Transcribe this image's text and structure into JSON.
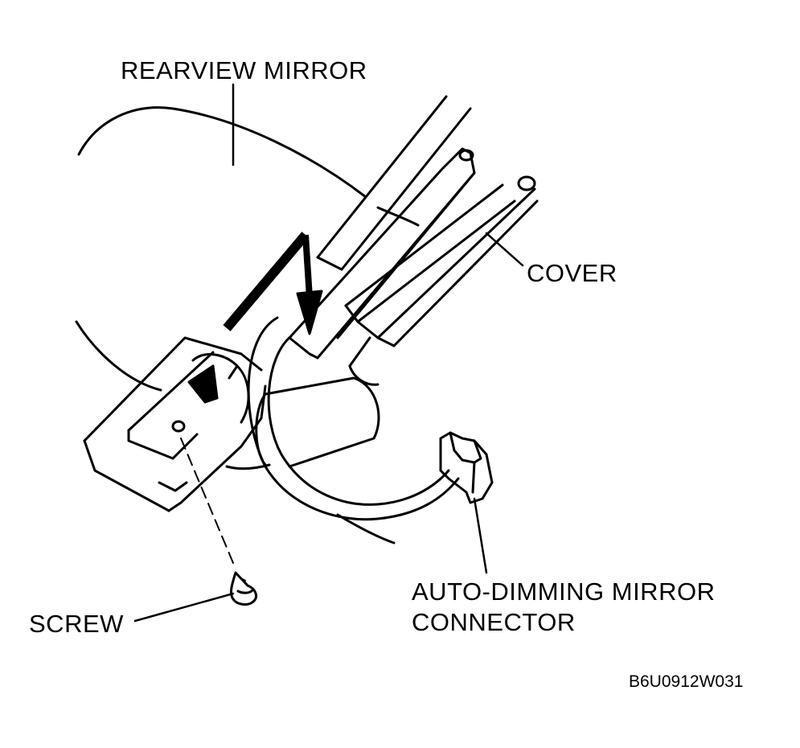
{
  "labels": {
    "rearview_mirror": "REARVIEW MIRROR",
    "cover": "COVER",
    "connector_line1": "AUTO-DIMMING MIRROR",
    "connector_line2": "CONNECTOR",
    "screw": "SCREW"
  },
  "figure_code": "B6U0912W031",
  "colors": {
    "ink": "#000000",
    "paper": "#ffffff"
  }
}
